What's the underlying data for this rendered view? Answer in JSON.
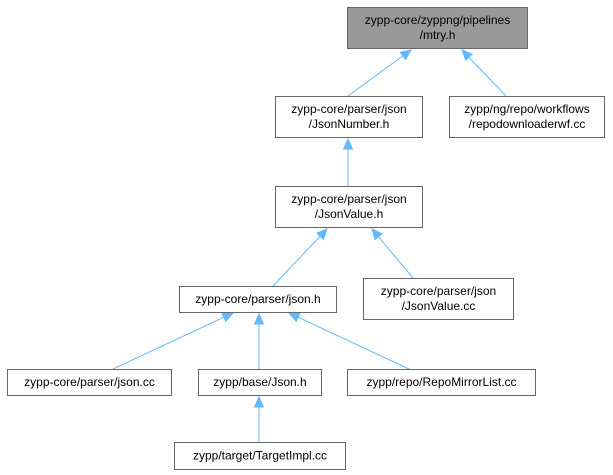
{
  "nodes": [
    {
      "id": "mtry",
      "lines": [
        "zypp-core/zyppng/pipelines",
        "/mtry.h"
      ],
      "highlighted": true
    },
    {
      "id": "jsonnumber",
      "lines": [
        "zypp-core/parser/json",
        "/JsonNumber.h"
      ],
      "highlighted": false
    },
    {
      "id": "repodownloaderwf",
      "lines": [
        "zypp/ng/repo/workflows",
        "/repodownloaderwf.cc"
      ],
      "highlighted": false
    },
    {
      "id": "jsonvalue_h",
      "lines": [
        "zypp-core/parser/json",
        "/JsonValue.h"
      ],
      "highlighted": false
    },
    {
      "id": "json_h",
      "lines": [
        "zypp-core/parser/json.h"
      ],
      "highlighted": false
    },
    {
      "id": "jsonvalue_cc",
      "lines": [
        "zypp-core/parser/json",
        "/JsonValue.cc"
      ],
      "highlighted": false
    },
    {
      "id": "json_cc",
      "lines": [
        "zypp-core/parser/json.cc"
      ],
      "highlighted": false
    },
    {
      "id": "base_json_h",
      "lines": [
        "zypp/base/Json.h"
      ],
      "highlighted": false
    },
    {
      "id": "repomirrorlist",
      "lines": [
        "zypp/repo/RepoMirrorList.cc"
      ],
      "highlighted": false
    },
    {
      "id": "targetimpl",
      "lines": [
        "zypp/target/TargetImpl.cc"
      ],
      "highlighted": false
    }
  ],
  "edges": [
    {
      "from": "jsonnumber",
      "to": "mtry"
    },
    {
      "from": "repodownloaderwf",
      "to": "mtry"
    },
    {
      "from": "jsonvalue_h",
      "to": "jsonnumber"
    },
    {
      "from": "json_h",
      "to": "jsonvalue_h"
    },
    {
      "from": "jsonvalue_cc",
      "to": "jsonvalue_h"
    },
    {
      "from": "json_cc",
      "to": "json_h"
    },
    {
      "from": "base_json_h",
      "to": "json_h"
    },
    {
      "from": "repomirrorlist",
      "to": "json_h"
    },
    {
      "from": "targetimpl",
      "to": "base_json_h"
    }
  ],
  "colors": {
    "edge": "#63b8ff",
    "highlight_fill": "#999999",
    "box_border": "#666666",
    "box_fill": "#ffffff",
    "text": "#000000"
  }
}
